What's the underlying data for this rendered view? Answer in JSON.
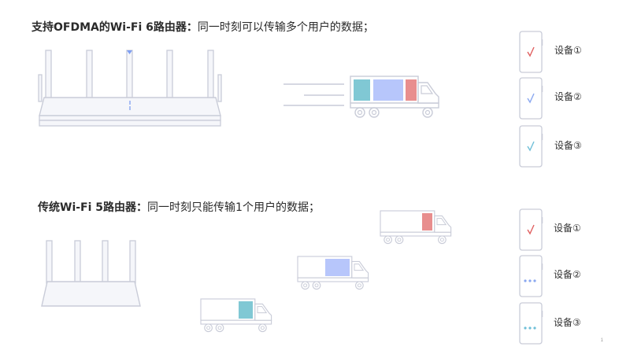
{
  "section_wifi6": {
    "title_bold": "支持OFDMA的Wi-Fi 6路由器：",
    "title_rest": "同一时刻可以传输多个用户的数据；",
    "devices": [
      {
        "label": "设备①",
        "status": "check",
        "color": "#e06060"
      },
      {
        "label": "设备②",
        "status": "check",
        "color": "#8aa8f0"
      },
      {
        "label": "设备③",
        "status": "check",
        "color": "#6fbfd8"
      }
    ],
    "truck_cargo_colors": [
      "#80c8d4",
      "#b7c6fb",
      "#e88e8e"
    ]
  },
  "section_wifi5": {
    "title_bold": "传统Wi-Fi 5路由器：",
    "title_rest": "同一时刻只能传输1个用户的数据；",
    "devices": [
      {
        "label": "设备①",
        "status": "check",
        "color": "#e06060"
      },
      {
        "label": "设备②",
        "status": "waiting",
        "color": "#8aa8f0"
      },
      {
        "label": "设备③",
        "status": "waiting",
        "color": "#6fbfd8"
      }
    ],
    "truck_cargo_colors": [
      "#e88e8e",
      "#b7c6fb",
      "#80c8d4"
    ]
  },
  "colors": {
    "outline": "#c9ccd8",
    "router_fill": "#f5f6fa"
  },
  "footer": {
    "page_number": "1"
  }
}
